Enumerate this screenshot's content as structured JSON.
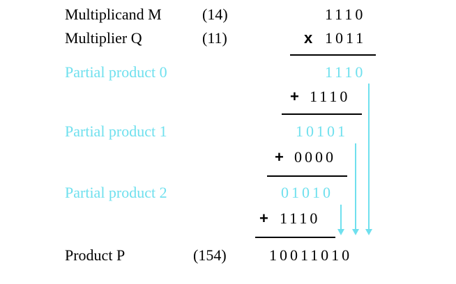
{
  "rows": {
    "multiplicand": {
      "label": "Multiplicand M",
      "decimal": "(14)",
      "value": "1110"
    },
    "multiplier": {
      "label": "Multiplier Q",
      "decimal": "(11)",
      "operator": "x",
      "value": "1011"
    },
    "partial_product_0": {
      "label": "Partial product 0",
      "value": "1110"
    },
    "addend_1": {
      "operator": "+",
      "value": "1110"
    },
    "partial_product_1": {
      "label": "Partial product 1",
      "value": "10101"
    },
    "addend_2": {
      "operator": "+",
      "value": "0000"
    },
    "partial_product_2": {
      "label": "Partial product 2",
      "value": "01010"
    },
    "addend_3": {
      "operator": "+",
      "value": "1110"
    },
    "product": {
      "label": "Product P",
      "decimal": "(154)",
      "value": "10011010"
    }
  },
  "colors": {
    "text": "#000000",
    "highlight": "#6fe0ee"
  }
}
